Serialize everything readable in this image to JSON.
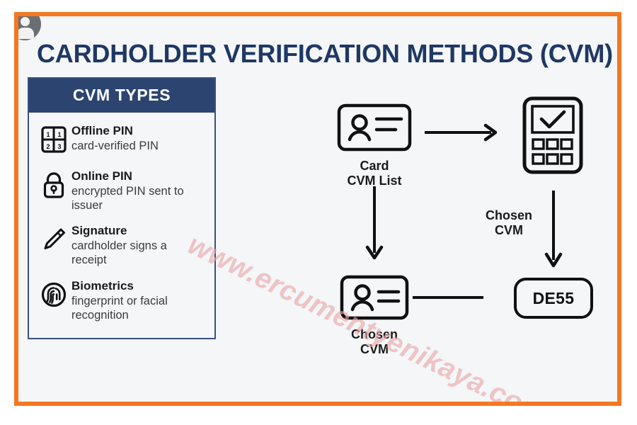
{
  "slide": {
    "title": "CARDHOLDER VERIFICATION METHODS (CVM)",
    "watermark": "www.ercumentyenikaya.com",
    "border_color": "#F47721",
    "background_color": "#F4F6F8",
    "title_color": "#1F3864"
  },
  "corner_badge": {
    "icon": "user-avatar-badge-icon"
  },
  "cvm_types": {
    "header": "CVM TYPES",
    "header_bg": "#2C4470",
    "border_color": "#3A5080",
    "items": [
      {
        "icon": "keypad-icon",
        "title": "Offline PIN",
        "desc": "card-verified PIN",
        "keys": [
          "1",
          "1",
          "2",
          "3"
        ]
      },
      {
        "icon": "padlock-icon",
        "title": "Online PIN",
        "desc": "encrypted PIN sent to issuer"
      },
      {
        "icon": "pen-icon",
        "title": "Signature",
        "desc": "cardholder signs a receipt"
      },
      {
        "icon": "fingerprint-icon",
        "title": "Biometrics",
        "desc": "fingerprint or facial recognition"
      }
    ]
  },
  "flow": {
    "nodes": [
      {
        "id": "card-cvm-list",
        "icon": "id-card-icon",
        "label": "Card\nCVM List"
      },
      {
        "id": "pos-terminal",
        "icon": "pos-terminal-icon",
        "label": ""
      },
      {
        "id": "chosen-cvm",
        "icon": "id-card-icon",
        "label": "Chosen\nCVM"
      },
      {
        "id": "de55",
        "icon": "rounded-box",
        "label": "DE55"
      }
    ],
    "edges": [
      {
        "id": "card-to-terminal",
        "type": "arrow-right",
        "label": ""
      },
      {
        "id": "card-to-chosen",
        "type": "arrow-down",
        "label": ""
      },
      {
        "id": "terminal-to-de55",
        "type": "arrow-down",
        "label": "Chosen\nCVM"
      },
      {
        "id": "chosen-to-de55",
        "type": "line",
        "label": ""
      }
    ]
  }
}
